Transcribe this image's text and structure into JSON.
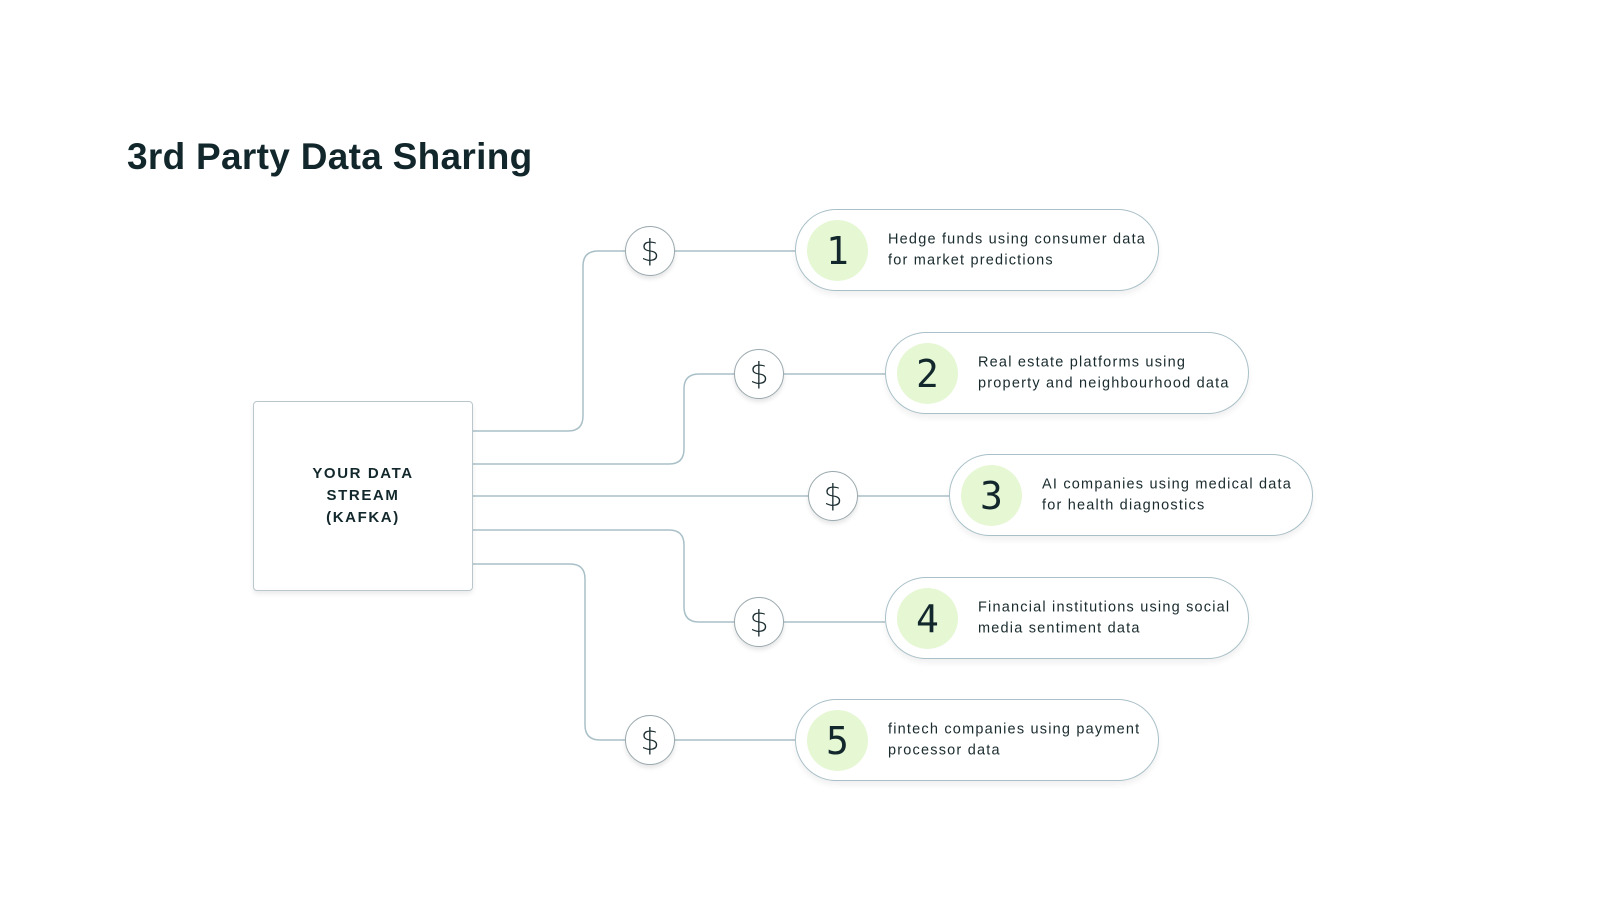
{
  "title": "3rd Party Data Sharing",
  "source": {
    "label": "YOUR DATA\nSTREAM\n(KAFKA)"
  },
  "coin_symbol": "$",
  "colors": {
    "line": "#a9c0c8",
    "number_bg": "#e6f7d4",
    "text": "#13282c"
  },
  "destinations": [
    {
      "number": "1",
      "text": "Hedge funds using consumer data for market predictions"
    },
    {
      "number": "2",
      "text": "Real estate platforms using property and neighbourhood data"
    },
    {
      "number": "3",
      "text": "AI companies using medical data for health diagnostics"
    },
    {
      "number": "4",
      "text": "Financial institutions using social media sentiment data"
    },
    {
      "number": "5",
      "text": "fintech companies using payment processor data"
    }
  ]
}
